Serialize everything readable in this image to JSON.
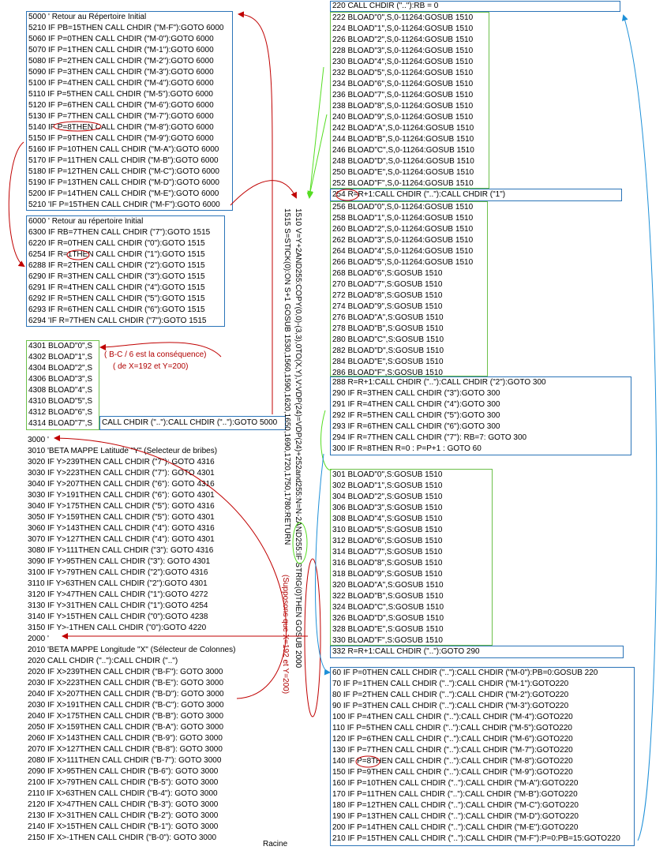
{
  "box5000": [
    "5000 ' Retour au Répertoire Initial",
    "5210 IF PB=15THEN CALL CHDIR (\"M-F\"):GOTO 6000",
    "5060 IF P=0THEN CALL CHDIR (\"M-0\"):GOTO 6000",
    "5070 IF P=1THEN CALL CHDIR (\"M-1\"):GOTO 6000",
    "5080 IF P=2THEN CALL CHDIR (\"M-2\"):GOTO 6000",
    "5090 IF P=3THEN CALL CHDIR (\"M-3\"):GOTO 6000",
    "5100 IF P=4THEN CALL CHDIR (\"M-4\"):GOTO 6000",
    "5110 IF P=5THEN CALL CHDIR (\"M-5\"):GOTO 6000",
    "5120 IF P=6THEN CALL CHDIR (\"M-6\"):GOTO 6000",
    "5130 IF P=7THEN CALL CHDIR (\"M-7\"):GOTO 6000",
    "5140 IF P=8THEN CALL CHDIR (\"M-8\"):GOTO 6000",
    "5150 IF P=9THEN CALL CHDIR (\"M-9\"):GOTO 6000",
    "5160 IF P=10THEN CALL CHDIR (\"M-A\"):GOTO 6000",
    "5170 IF P=11THEN CALL CHDIR (\"M-B\"):GOTO 6000",
    "5180 IF P=12THEN CALL CHDIR (\"M-C\"):GOTO 6000",
    "5190 IF P=13THEN CALL CHDIR (\"M-D\"):GOTO 6000",
    "5200 IF P=14THEN CALL CHDIR (\"M-E\"):GOTO 6000",
    "5210 'IF P=15THEN CALL CHDIR (\"M-F\"):GOTO 6000"
  ],
  "box6000": [
    "6000 ' Retour au répertoire Initial",
    "6300 IF RB=7THEN CALL CHDIR (\"7\"):GOTO 1515",
    "6220 IF R=0THEN CALL CHDIR (\"0\"):GOTO 1515",
    "6254 IF R=1THEN CALL CHDIR (\"1\"):GOTO 1515",
    "6288 IF R=2THEN CALL CHDIR (\"2\"):GOTO 1515",
    "6290 IF R=3THEN CALL CHDIR (\"3\"):GOTO 1515",
    "6291 IF R=4THEN CALL CHDIR (\"4\"):GOTO 1515",
    "6292 IF R=5THEN CALL CHDIR (\"5\"):GOTO 1515",
    "6293 IF R=6THEN CALL CHDIR (\"6\"):GOTO 1515",
    "6294 'IF R=7THEN CALL CHDIR (\"7\"):GOTO 1515"
  ],
  "box4301": [
    "4301 BLOAD\"0\",S",
    "4302 BLOAD\"1\",S",
    "4304 BLOAD\"2\",S",
    "4306 BLOAD\"3\",S",
    "4308 BLOAD\"4\",S",
    "4310 BLOAD\"5\",S",
    "4312 BLOAD\"6\",S",
    "4314 BLOAD\"7\",S"
  ],
  "box4314tail": "CALL CHDIR (\"..\"):CALL CHDIR (\"..\"):GOTO 5000",
  "note_bc": "( B-C / 6 est la conséquence)",
  "note_xy": "( de X=192 et Y=200)",
  "note_suppose": "(Supposons que X=192 et Y=200)",
  "list3000": [
    "3000 '",
    "3010 'BETA MAPPE Latitude \"Y\" (Selecteur de bribes)",
    "3020 IF Y>239THEN CALL CHDIR (\"7\"): GOTO 4316",
    "3030 IF Y>223THEN CALL CHDIR (\"7\"): GOTO 4301",
    "3040 IF Y>207THEN CALL CHDIR (\"6\"): GOTO 4316",
    "3030 IF Y>191THEN CALL CHDIR (\"6\"): GOTO 4301",
    "3040 IF Y>175THEN CALL CHDIR (\"5\"): GOTO 4316",
    "3050 IF Y>159THEN CALL CHDIR (\"5\"): GOTO 4301",
    "3060 IF Y>143THEN CALL CHDIR (\"4\"): GOTO 4316",
    "3070 IF Y>127THEN CALL CHDIR (\"4\"): GOTO 4301",
    "3080 IF Y>111THEN CALL CHDIR (\"3\"): GOTO 4316",
    "3090 IF Y>95THEN CALL CHDIR (\"3\"): GOTO 4301",
    "3100 IF Y>79THEN CALL CHDIR (\"2\"):GOTO 4316",
    "3110 IF Y>63THEN CALL CHDIR (\"2\"):GOTO 4301",
    "3120 IF Y>47THEN CALL CHDIR (\"1\"):GOTO 4272",
    "3130 IF Y>31THEN CALL CHDIR (\"1\"):GOTO 4254",
    "3140 IF Y>15THEN CALL CHDIR (\"0\"):GOTO 4238",
    "3150 IF Y>-1THEN CALL CHDIR (\"0\"):GOTO 4220"
  ],
  "list2000": [
    "2000 '",
    "2010 'BETA MAPPE Longitude \"X\" (Sélecteur de Colonnes)",
    "2020 CALL CHDIR (\"..\"):CALL CHDIR (\"..\")",
    "2020 IF X>239THEN CALL CHDIR (\"B-F\"): GOTO 3000",
    "2030 IF X>223THEN CALL CHDIR (\"B-E\"): GOTO 3000",
    "2040 IF X>207THEN CALL CHDIR (\"B-D\"): GOTO 3000",
    "2030 IF X>191THEN CALL CHDIR (\"B-C\"): GOTO 3000",
    "2040 IF X>175THEN CALL CHDIR (\"B-B\"): GOTO 3000",
    "2050 IF X>159THEN CALL CHDIR (\"B-A\"): GOTO 3000",
    "2060 IF X>143THEN CALL CHDIR (\"B-9\"): GOTO 3000",
    "2070 IF X>127THEN CALL CHDIR (\"B-8\"): GOTO 3000",
    "2080 IF X>111THEN CALL CHDIR (\"B-7\"): GOTO 3000",
    "2090 IF X>95THEN CALL CHDIR (\"B-6\"): GOTO 3000",
    "2100 IF X>79THEN CALL CHDIR (\"B-5\"): GOTO 3000",
    "2110 IF X>63THEN CALL CHDIR (\"B-4\"): GOTO 3000",
    "2120 IF X>47THEN CALL CHDIR (\"B-3\"): GOTO 3000",
    "2130 IF X>31THEN CALL CHDIR (\"B-2\"): GOTO 3000",
    "2140 IF X>15THEN CALL CHDIR (\"B-1\"): GOTO 3000",
    "2150 IF X>-1THEN CALL CHDIR (\"B-0\"): GOTO 3000"
  ],
  "rotated": [
    "1510 V=Y+2AND255:COPY(0,0)-(3,3),0TO(X,Y),V:VDP(24)=VDP(24)+252and255:N=N-2AND255:IF STRIG(0)THEN GOSUB 2000",
    "1515 S=STICK(0):ON S+1 GOSUB 1530,1560,1590,1620,1650,1690,1720,1750,1780:RETURN"
  ],
  "box220": "220 CALL CHDIR (\"..\"):RB = 0",
  "box222": [
    "222  BLOAD\"0\",S,0-11264:GOSUB 1510",
    "224  BLOAD\"1\",S,0-11264:GOSUB 1510",
    "226  BLOAD\"2\",S,0-11264:GOSUB 1510",
    "228  BLOAD\"3\",S,0-11264:GOSUB 1510",
    "230  BLOAD\"4\",S,0-11264:GOSUB 1510",
    "232  BLOAD\"5\",S,0-11264:GOSUB 1510",
    "234  BLOAD\"6\",S,0-11264:GOSUB 1510",
    "236  BLOAD\"7\",S,0-11264:GOSUB 1510",
    "238  BLOAD\"8\",S,0-11264:GOSUB 1510",
    "240  BLOAD\"9\",S,0-11264:GOSUB 1510",
    "242  BLOAD\"A\",S,0-11264:GOSUB 1510",
    "244  BLOAD\"B\",S,0-11264:GOSUB 1510",
    "246  BLOAD\"C\",S,0-11264:GOSUB 1510",
    "248  BLOAD\"D\",S,0-11264:GOSUB 1510",
    "250  BLOAD\"E\",S,0-11264:GOSUB 1510",
    "252  BLOAD\"F\",S,0-11264:GOSUB 1510"
  ],
  "box254": "254 R=R+1:CALL CHDIR (\"..\"):CALL CHDIR (\"1\")",
  "box256": [
    "256 BLOAD\"0\",S,0-11264:GOSUB 1510",
    "258 BLOAD\"1\",S,0-11264:GOSUB 1510",
    "260 BLOAD\"2\",S,0-11264:GOSUB 1510",
    "262 BLOAD\"3\",S,0-11264:GOSUB 1510",
    "264 BLOAD\"4\",S,0-11264:GOSUB 1510",
    "266 BLOAD\"5\",S,0-11264:GOSUB 1510",
    "268 BLOAD\"6\",S:GOSUB 1510",
    "270 BLOAD\"7\",S:GOSUB 1510",
    "272 BLOAD\"8\",S:GOSUB 1510",
    "274 BLOAD\"9\",S:GOSUB 1510",
    "276 BLOAD\"A\",S:GOSUB 1510",
    "278 BLOAD\"B\",S:GOSUB 1510",
    "280 BLOAD\"C\",S:GOSUB 1510",
    "282 BLOAD\"D\",S:GOSUB 1510",
    "284 BLOAD\"E\",S:GOSUB 1510",
    "286 BLOAD\"F\",S:GOSUB 1510"
  ],
  "box288": [
    "288 R=R+1:CALL CHDIR (\"..\"):CALL CHDIR (\"2\"):GOTO 300",
    "290 IF R=3THEN CALL CHDIR (\"3\"):GOTO 300",
    "291 IF R=4THEN CALL CHDIR (\"4\"):GOTO 300",
    "292 IF R=5THEN CALL CHDIR (\"5\"):GOTO 300",
    "293 IF R=6THEN CALL CHDIR (\"6\"):GOTO 300",
    "294 IF R=7THEN CALL CHDIR (\"7\"): RB=7: GOTO 300",
    "300 IF R=8THEN R=0 : P=P+1 : GOTO 60"
  ],
  "box301": [
    "301 BLOAD\"0\",S:GOSUB 1510",
    "302 BLOAD\"1\",S:GOSUB 1510",
    "304 BLOAD\"2\",S:GOSUB 1510",
    "306 BLOAD\"3\",S:GOSUB 1510",
    "308 BLOAD\"4\",S:GOSUB 1510",
    "310 BLOAD\"5\",S:GOSUB 1510",
    "312 BLOAD\"6\",S:GOSUB 1510",
    "314 BLOAD\"7\",S:GOSUB 1510",
    "316 BLOAD\"8\",S:GOSUB 1510",
    "318 BLOAD\"9\",S:GOSUB 1510",
    "320 BLOAD\"A\",S:GOSUB 1510",
    "322 BLOAD\"B\",S:GOSUB 1510",
    "324 BLOAD\"C\",S:GOSUB 1510",
    "326 BLOAD\"D\",S:GOSUB 1510",
    "328 BLOAD\"E\",S:GOSUB 1510",
    "330 BLOAD\"F\",S:GOSUB 1510"
  ],
  "box332": "332 R=R+1:CALL CHDIR (\"..\"):GOTO 290",
  "box60": [
    "60 IF P=0THEN CALL CHDIR (\"..\"):CALL CHDIR (\"M-0\"):PB=0:GOSUB 220",
    "70 IF P=1THEN CALL CHDIR (\"..\"):CALL CHDIR (\"M-1\"):GOTO220",
    "80 IF P=2THEN CALL CHDIR (\"..\"):CALL CHDIR (\"M-2\"):GOTO220",
    "90 IF P=3THEN CALL CHDIR (\"..\"):CALL CHDIR (\"M-3\"):GOTO220",
    "100 IF P=4THEN CALL CHDIR (\"..\"):CALL CHDIR (\"M-4\"):GOTO220",
    "110 IF P=5THEN CALL CHDIR (\"..\"):CALL CHDIR (\"M-5\"):GOTO220",
    "120 IF P=6THEN CALL CHDIR (\"..\"):CALL CHDIR (\"M-6\"):GOTO220",
    "130 IF P=7THEN CALL CHDIR (\"..\"):CALL CHDIR (\"M-7\"):GOTO220",
    "140 IF P=8THEN CALL CHDIR (\"..\"):CALL CHDIR (\"M-8\"):GOTO220",
    "150 IF P=9THEN CALL CHDIR (\"..\"):CALL CHDIR (\"M-9\"):GOTO220",
    "160 IF P=10THEN CALL CHDIR (\"..\"):CALL CHDIR (\"M-A\"):GOTO220",
    "170 IF P=11THEN CALL CHDIR (\"..\"):CALL CHDIR (\"M-B\"):GOTO220",
    "180 IF P=12THEN CALL CHDIR (\"..\"):CALL CHDIR (\"M-C\"):GOTO220",
    "190 IF P=13THEN CALL CHDIR (\"..\"):CALL CHDIR (\"M-D\"):GOTO220",
    "200 IF P=14THEN CALL CHDIR (\"..\"):CALL CHDIR (\"M-E\"):GOTO220",
    "210 IF P=15THEN CALL CHDIR (\"..\"):CALL CHDIR (\"M-F\"):P=0:PB=15:GOTO220"
  ],
  "footer": "Racine",
  "colors": {
    "box_blue": "#2b74b8",
    "box_green": "#6cc04a",
    "arrow_red": "#c00000",
    "arrow_green": "#55dd22",
    "arrow_blue": "#1e90d8"
  }
}
